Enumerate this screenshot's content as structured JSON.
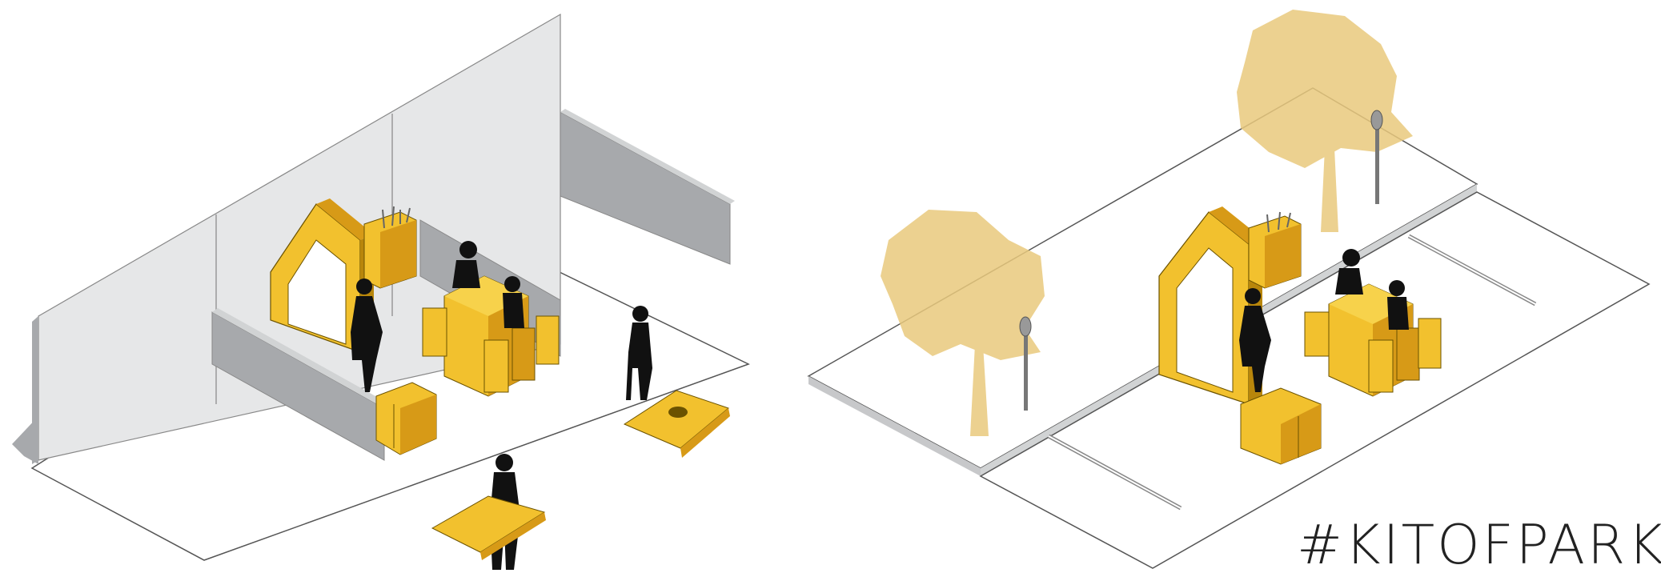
{
  "caption": "#KITOFPARKS",
  "colors": {
    "module_yellow": "#F2C12E",
    "module_shadow": "#D79A17",
    "module_dark": "#B8860B",
    "tree": "#E9C97D",
    "wall_light": "#E6E7E8",
    "wall_dark": "#A7A9AC",
    "silhouette": "#111111",
    "line": "#555555"
  },
  "scenes": [
    {
      "name": "indoor-lot-scene",
      "people": 5,
      "cornhole_boards": 2
    },
    {
      "name": "street-parklet-scene",
      "people": 3,
      "trees": 2,
      "parking_meters": 2
    }
  ]
}
